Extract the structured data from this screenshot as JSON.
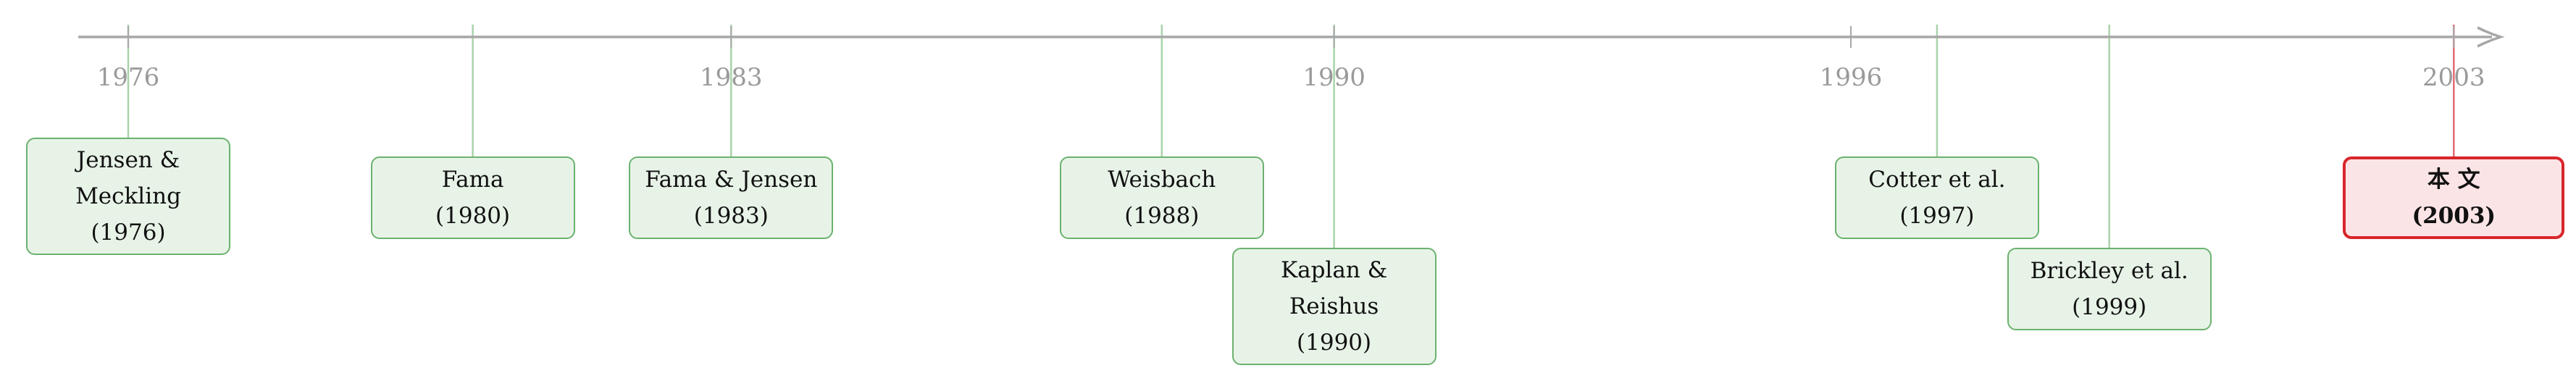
{
  "colors": {
    "axis": "#a7a7a7",
    "year_label": "#9a9a9a",
    "connector": "#a9d3aa",
    "highlight_connector": "#e36a72",
    "card_border": "#6ab26e",
    "card_fill": "#e8f3e8",
    "highlight_border": "#d8262b",
    "highlight_fill": "#fbe4e6"
  },
  "year_ticks": [
    {
      "label": "1976",
      "year": 1976
    },
    {
      "label": "1983",
      "year": 1983
    },
    {
      "label": "1990",
      "year": 1990
    },
    {
      "label": "1996",
      "year": 1996
    },
    {
      "label": "2003",
      "year": 2003
    }
  ],
  "events": [
    {
      "id": "jensen-meckling",
      "year": 1976,
      "row": "upper",
      "highlight": false,
      "lines": [
        "Jensen &",
        "Meckling",
        "(1976)"
      ]
    },
    {
      "id": "fama",
      "year": 1980,
      "row": "upper",
      "highlight": false,
      "lines": [
        "Fama",
        "(1980)"
      ]
    },
    {
      "id": "fama-jensen",
      "year": 1983,
      "row": "upper",
      "highlight": false,
      "lines": [
        "Fama & Jensen",
        "(1983)"
      ]
    },
    {
      "id": "weisbach",
      "year": 1988,
      "row": "upper",
      "highlight": false,
      "lines": [
        "Weisbach",
        "(1988)"
      ]
    },
    {
      "id": "kaplan-reishus",
      "year": 1990,
      "row": "lower",
      "highlight": false,
      "lines": [
        "Kaplan &",
        "Reishus",
        "(1990)"
      ]
    },
    {
      "id": "cotter",
      "year": 1997,
      "row": "upper",
      "highlight": false,
      "lines": [
        "Cotter et al.",
        "(1997)"
      ]
    },
    {
      "id": "brickley",
      "year": 1999,
      "row": "lower",
      "highlight": false,
      "lines": [
        "Brickley et al.",
        "(1999)"
      ]
    },
    {
      "id": "this-paper",
      "year": 2003,
      "row": "upper",
      "highlight": true,
      "lines": [
        "本 文",
        "(2003)"
      ]
    }
  ]
}
